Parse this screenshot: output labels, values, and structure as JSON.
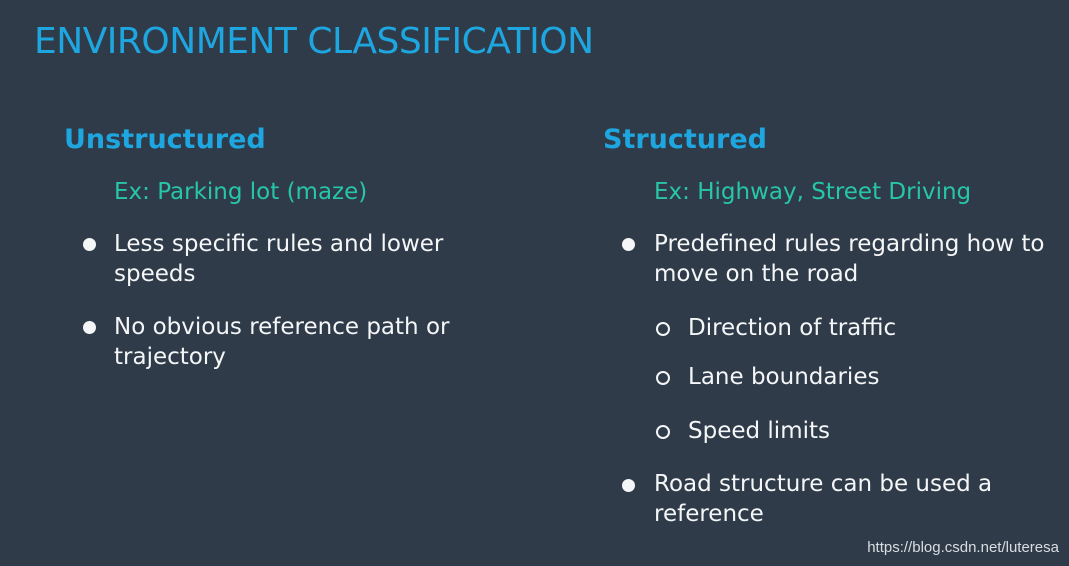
{
  "title": "ENVIRONMENT CLASSIFICATION",
  "left": {
    "heading": "Unstructured",
    "example": "Ex: Parking lot (maze)",
    "bullets": [
      {
        "text": "Less specific rules and lower speeds"
      },
      {
        "text": "No obvious reference path or trajectory"
      }
    ]
  },
  "right": {
    "heading": "Structured",
    "example": "Ex: Highway, Street Driving",
    "bullets": [
      {
        "text": "Predefined rules regarding how to move on the road"
      },
      {
        "text": "Road structure can be used a reference"
      }
    ],
    "sub_bullets": [
      {
        "text": "Direction of traffic"
      },
      {
        "text": "Lane boundaries"
      },
      {
        "text": "Speed limits"
      }
    ]
  },
  "watermark": "https://blog.csdn.net/luteresa",
  "colors": {
    "background": "#2f3b48",
    "title": "#1ea6e0",
    "example": "#27c6a8",
    "text": "#f4f6f8"
  }
}
